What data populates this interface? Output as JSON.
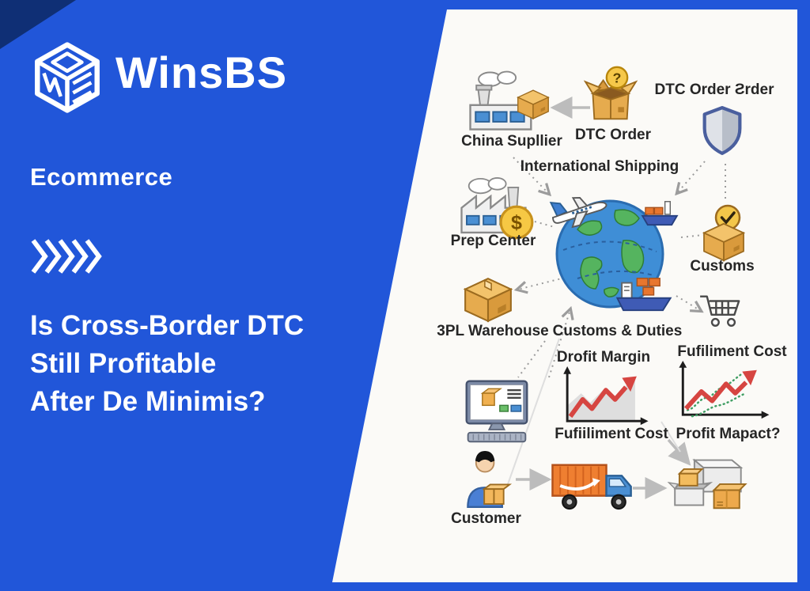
{
  "brand": {
    "name": "WinsBS",
    "category": "Ecommerce"
  },
  "headline": {
    "line1": "Is Cross-Border DTC",
    "line2": "Still Profitable",
    "line3": "After De Minimis?"
  },
  "diagram": {
    "labels": {
      "china_supplier": "China Supllier",
      "dtc_order": "DTC Order",
      "dtc_order_order": "DTC Order Ƨrder",
      "international_shipping": "International Shipping",
      "prep_center": "Prep Center",
      "customs": "Customs",
      "warehouse_3pl": "3PL Warehouse",
      "customs_duties": "Customs & Duties",
      "chart_profit_title": "Drofit Margin",
      "chart_profit_caption": "Fufiiliment Cost",
      "chart_cost_title": "Fufiliment Cost",
      "chart_cost_caption": "Profit Mapact?",
      "customer": "Customer"
    },
    "glyphs": {
      "dollar": "$",
      "question": "?"
    }
  },
  "colors": {
    "background_blue": "#2156d9",
    "corner_navy": "#0f2f75",
    "panel_white": "#fbfaf7",
    "label_dark": "#262626",
    "trend_red": "#d64541",
    "trend_green": "#3f9e63",
    "box_tan": "#eeb457",
    "cargo_orange": "#e8762e",
    "globe_blue": "#3f8ed6",
    "land_green": "#55b45f"
  }
}
